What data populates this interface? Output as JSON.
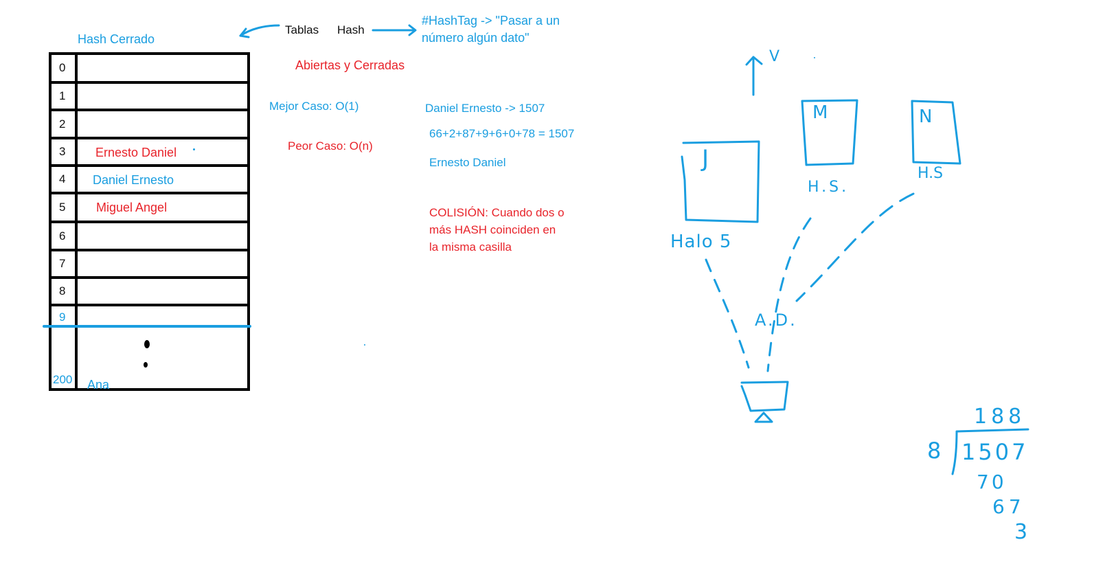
{
  "table_title": "Hash Cerrado",
  "table_rows": [
    {
      "index": "0",
      "value": ""
    },
    {
      "index": "1",
      "value": ""
    },
    {
      "index": "2",
      "value": ""
    },
    {
      "index": "3",
      "value": "Ernesto Daniel"
    },
    {
      "index": "4",
      "value": "Daniel Ernesto"
    },
    {
      "index": "5",
      "value": "Miguel Angel"
    },
    {
      "index": "6",
      "value": ""
    },
    {
      "index": "7",
      "value": ""
    },
    {
      "index": "8",
      "value": ""
    },
    {
      "index": "9",
      "value": ""
    }
  ],
  "table_last": {
    "index": "200",
    "value": "Ana"
  },
  "header": {
    "tablas": "Tablas",
    "hash": "Hash",
    "hashtag_line1": "#HashTag -> \"Pasar a un",
    "hashtag_line2": "número algún dato\""
  },
  "notes": {
    "abiertas": "Abiertas y Cerradas",
    "mejor": "Mejor Caso: O(1)",
    "peor": "Peor Caso: O(n)",
    "daniel_ernesto": "Daniel Ernesto -> 1507",
    "suma": "66+2+87+9+6+0+78 = 1507",
    "ernesto_daniel": "Ernesto Daniel",
    "colision_line1": "COLISIÓN: Cuando dos o",
    "colision_line2": "más HASH coinciden en",
    "colision_line3": "la misma casilla"
  },
  "sketch": {
    "v": "V",
    "box_j": "J",
    "box_m": "M",
    "box_n": "N",
    "label_halo": "Halo 5",
    "label_hs1": "H.S.",
    "label_hs2": "H.S",
    "label_ad": "A.D."
  },
  "division": {
    "quotient": "188",
    "divisor": "8",
    "dividend": "1507",
    "step1": "70",
    "step2": "67",
    "remainder": "3"
  },
  "colors": {
    "blue": "#1a9ee0",
    "red": "#e8242b",
    "black": "#111111"
  }
}
